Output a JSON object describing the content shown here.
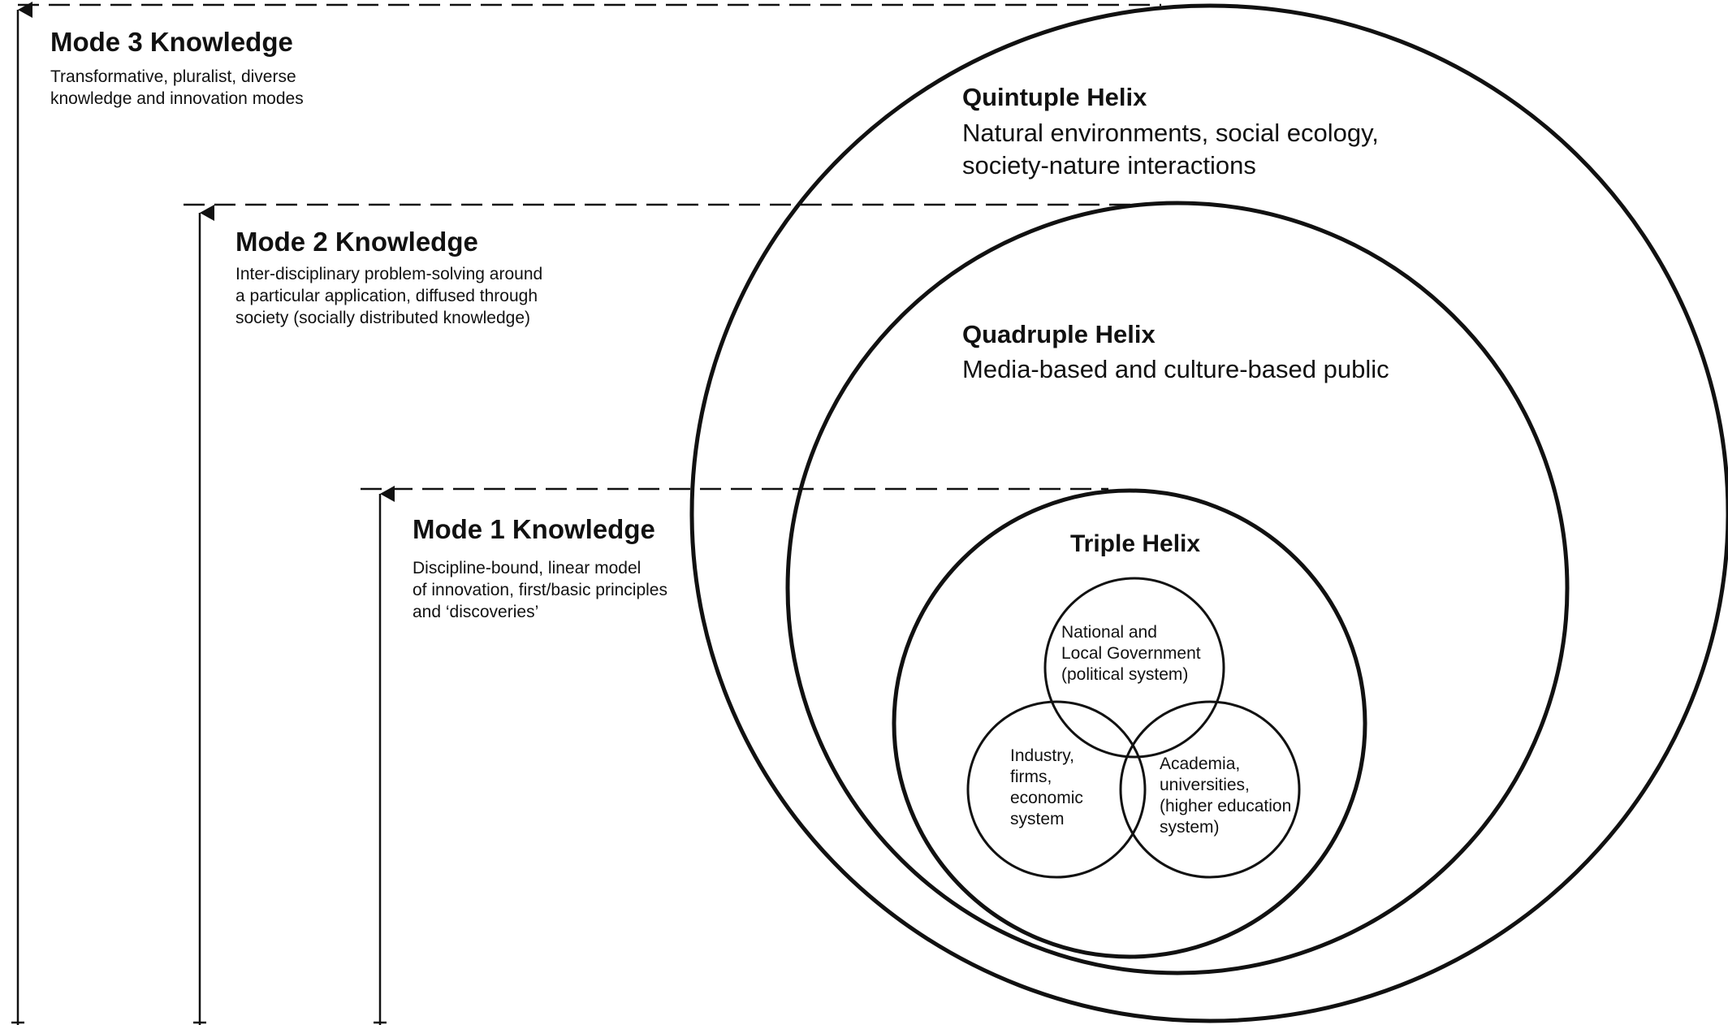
{
  "modes": {
    "mode3": {
      "title": "Mode 3 Knowledge",
      "description": "Transformative, pluralist, diverse\nknowledge and innovation modes"
    },
    "mode2": {
      "title": "Mode 2 Knowledge",
      "description": "Inter-disciplinary problem-solving around\na particular application, diffused through\nsociety (socially distributed knowledge)"
    },
    "mode1": {
      "title": "Mode 1 Knowledge",
      "description": "Discipline-bound, linear model\nof innovation, first/basic principles\nand ‘discoveries’"
    }
  },
  "helices": {
    "quintuple": {
      "title": "Quintuple Helix",
      "description": "Natural environments, social ecology,\nsociety-nature interactions"
    },
    "quadruple": {
      "title": "Quadruple Helix",
      "description": "Media-based and culture-based public"
    },
    "triple": {
      "title": "Triple Helix",
      "government": "National and\nLocal Government\n(political system)",
      "industry": "Industry,\nfirms,\neconomic\nsystem",
      "academia": "Academia,\nuniversities,\n(higher education\nsystem)"
    }
  },
  "colors": {
    "stroke": "#111111",
    "background": "#ffffff"
  }
}
